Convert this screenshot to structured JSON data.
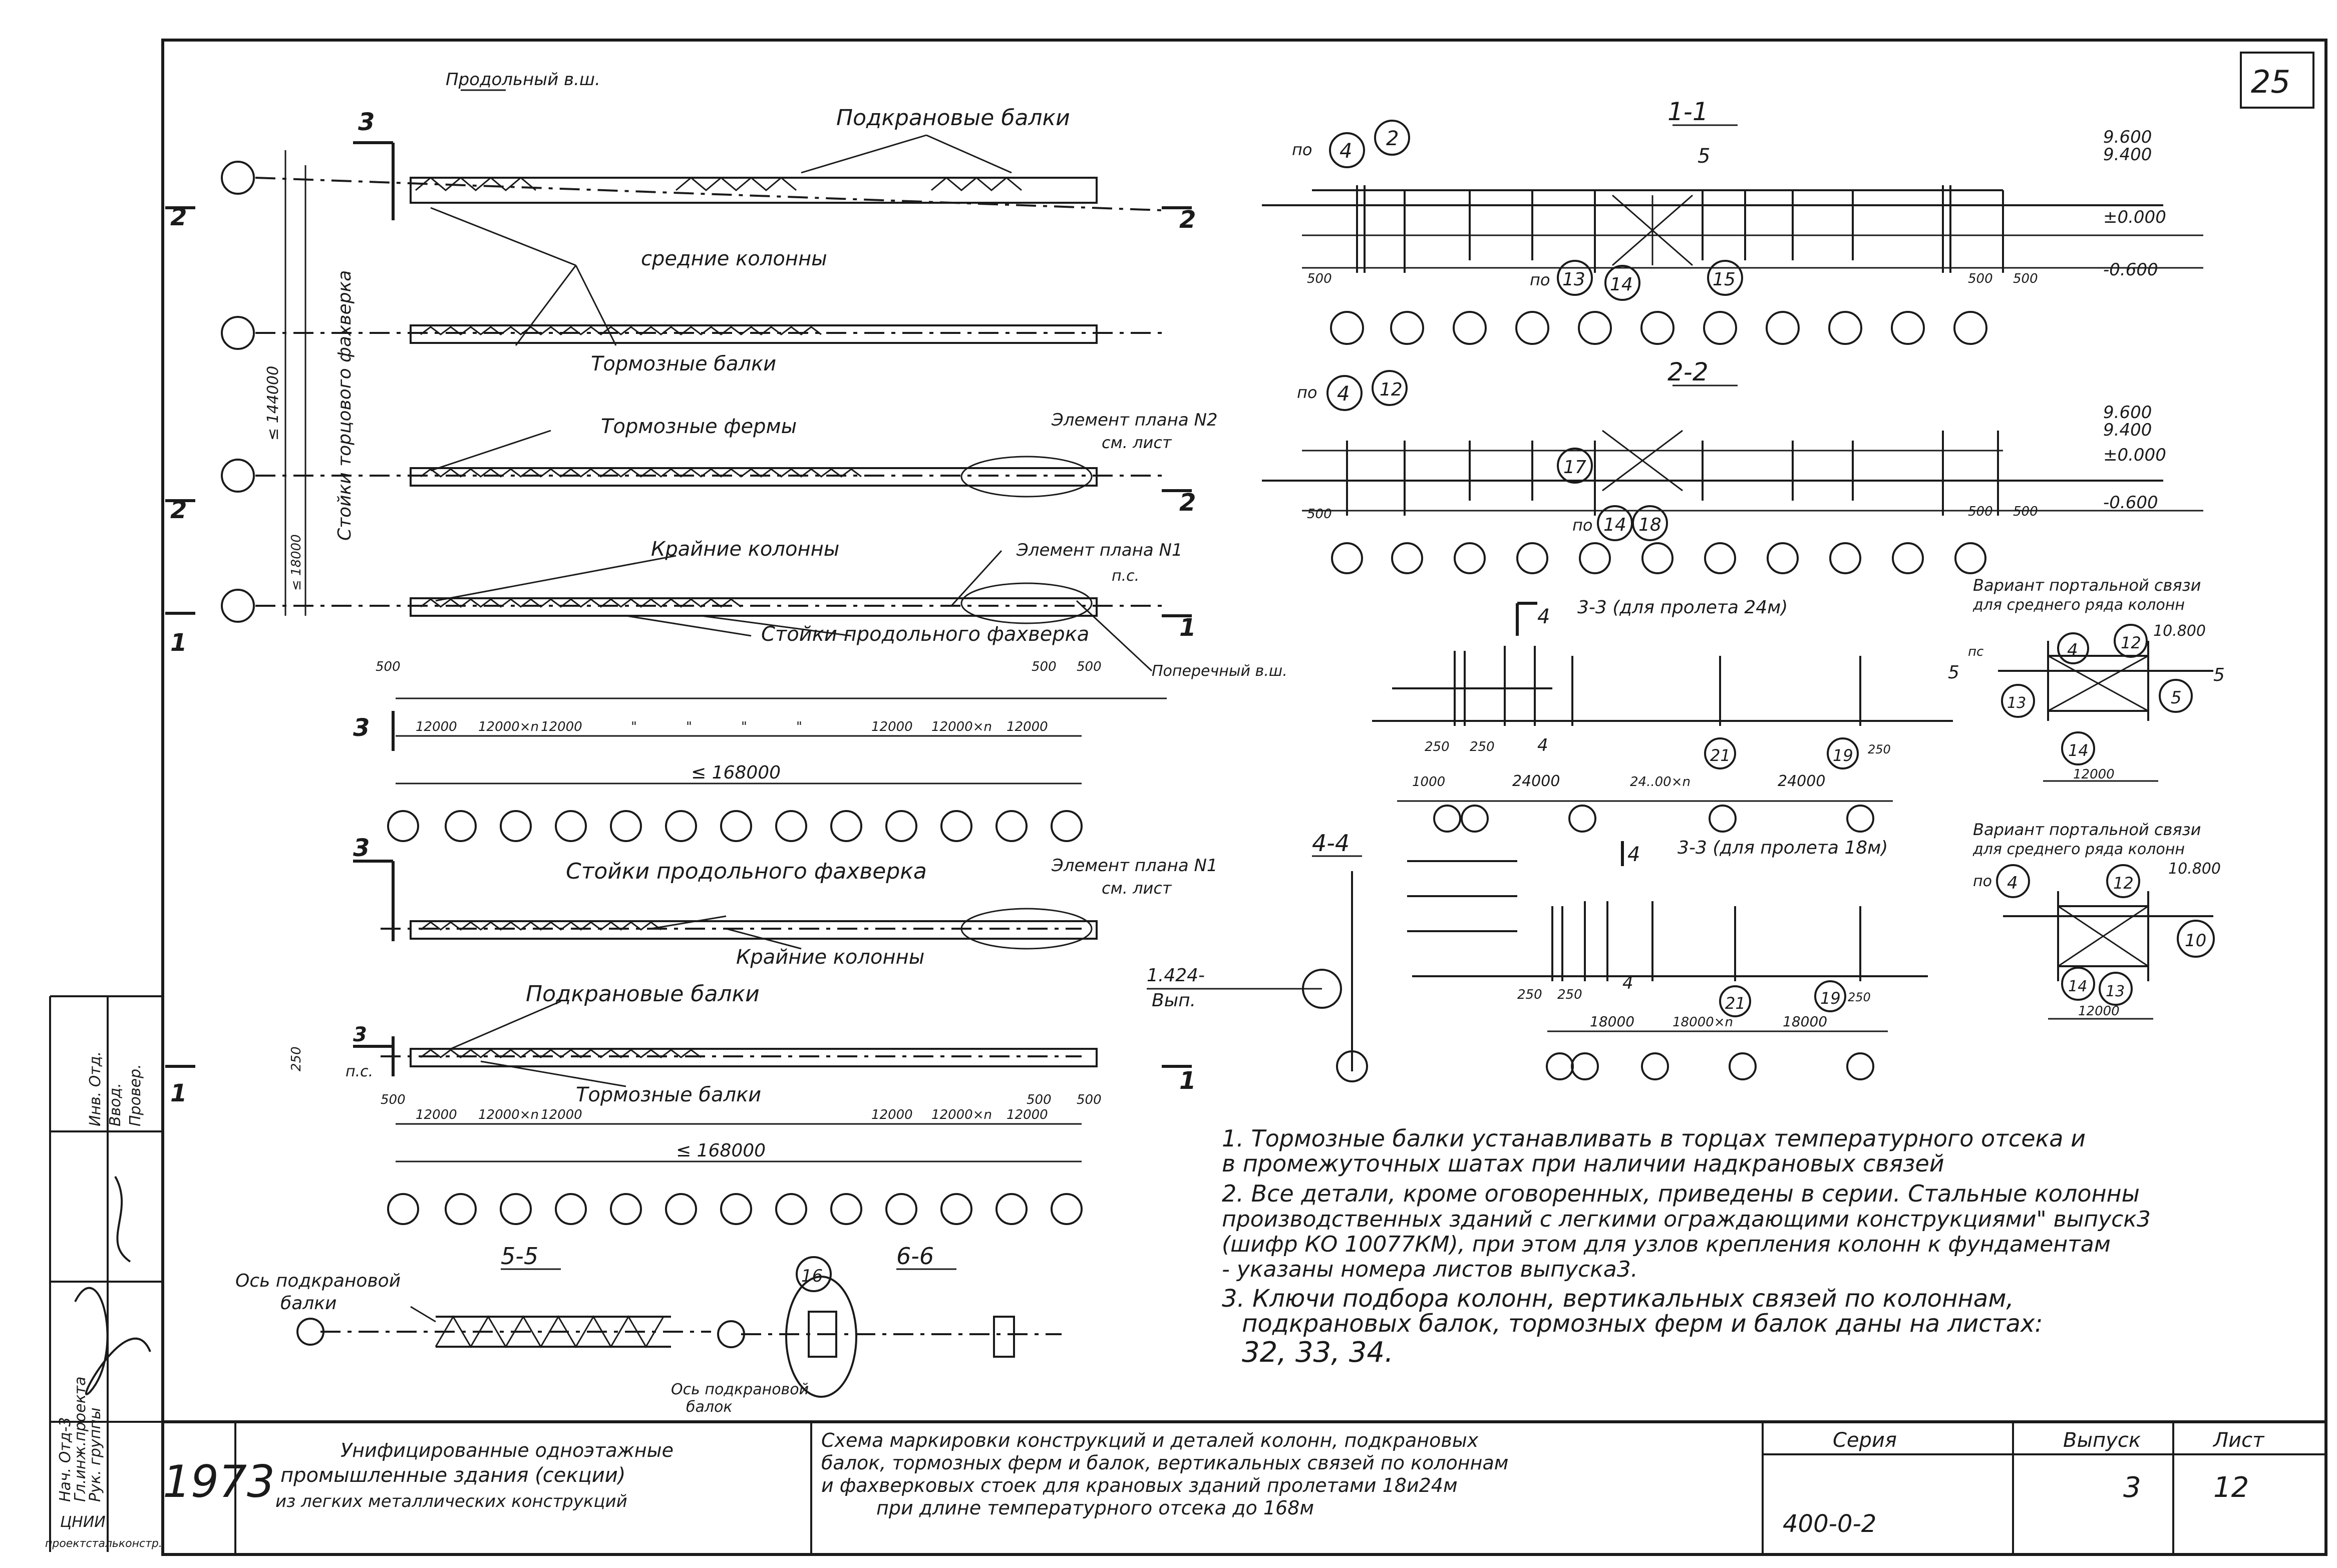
{
  "sheet_number_top": "25",
  "plan_labels": {
    "longitudinal_vert_bracing": "Продольный в.ш.",
    "crane_beams": "Подкрановые балки",
    "middle_columns": "средние колонны",
    "brake_beams": "Тормозные балки",
    "brake_trusses": "Тормозные фермы",
    "element_plan_2": "Элемент плана N2",
    "see_sheet": "см. лист",
    "outer_columns": "Крайние колонны",
    "element_plan_1": "Элемент плана N1",
    "pc": "п.с.",
    "longitudinal_framework_posts": "Стойки продольного фахверка",
    "transverse_vert_bracing": "Поперечный в.ш.",
    "end_framework_posts": "Стойки торцового фахверка",
    "outer_columns_2": "Крайние колонны",
    "crane_beams_2": "Подкрановые балки",
    "brake_beams_2": "Тормозные балки",
    "longitudinal_framework_posts_2": "Стойки продольного фахверка",
    "element_plan_1b": "Элемент плана N1",
    "see_sheet_b": "см. лист"
  },
  "dimensions": {
    "total_length": "≤ 168000",
    "total_length_2": "≤ 168000",
    "width_144000": "≤ 144000",
    "width_18000": "≤ 18000",
    "width_24000": "24000",
    "span_12000": "12000",
    "span_12000xn": "12000×n",
    "ditto": "\"",
    "d500": "500",
    "d250": "250",
    "d1000": "1000",
    "d24000": "24000",
    "d24x": "24..00×n",
    "d18000": "18000",
    "d18000xn": "18000×n",
    "d1424": "1.424-",
    "vyp": "Вып."
  },
  "sections": {
    "s1": "1-1",
    "s2": "2-2",
    "s3a": "3-3 (для пролета 24м)",
    "s3b": "3-3 (для пролета 18м)",
    "s4": "4-4",
    "s5": "5-5",
    "s6": "6-6"
  },
  "elevations": {
    "e9600": "9.600",
    "e9400": "9.400",
    "e0000": "±0.000",
    "e0600": "-0.600",
    "e10800": "10.800"
  },
  "portal_variant": {
    "line1": "Вариант портальной связи",
    "line2": "для среднего ряда колонн"
  },
  "bubbles": [
    "4",
    "2",
    "13",
    "14",
    "15",
    "4",
    "12",
    "17",
    "14",
    "18",
    "21",
    "19",
    "4",
    "12",
    "13",
    "5",
    "14",
    "21",
    "19",
    "4",
    "12",
    "10",
    "14",
    "13",
    "16"
  ],
  "section_marks": [
    "3",
    "2",
    "2",
    "2",
    "2",
    "1",
    "1",
    "3",
    "3",
    "1",
    "1",
    "3",
    "4",
    "4",
    "4",
    "4",
    "5",
    "5",
    "6",
    "6",
    "1",
    "2",
    "3",
    "3",
    "4",
    "4"
  ],
  "detail_labels": {
    "crane_beam_axis": "Ось подкрановой",
    "beam": "балки",
    "crane_beam_axis_b": "Ось подкрановой",
    "beam_b": "балок",
    "po": "по",
    "pc": "пс"
  },
  "notes": [
    "1. Тормозные балки устанавливать в торцах температурного отсека и",
    "   в промежуточных шатах при наличии надкрановых связей",
    "2. Все детали, кроме оговоренных, приведены в серии. Стальные колонны",
    "производственных зданий с легкими ограждающими конструкциями\" выпуск3",
    "(шифр КО 10077КМ), при этом для узлов крепления колонн к фундаментам",
    "- указаны номера листов выпуска3.",
    "3. Ключи подбора колонн, вертикальных связей по колоннам,",
    "подкрановых балок, тормозных ферм и балок даны на листах:",
    "32, 33, 34."
  ],
  "side_stamp": {
    "l1": "Инв. Отд.",
    "l2": "Ввод.",
    "l3": "Провер.",
    "l4": "Нач. Отд-3",
    "l5": "Гл.инж.проекта",
    "l6": "Рук. группы",
    "l7": "ЦНИИ",
    "l8": "проектстальконстр."
  },
  "title_block": {
    "year": "1973",
    "org_line1": "Унифицированные одноэтажные",
    "org_line2": "промышленные здания (секции)",
    "org_line3": "из легких металлических конструкций",
    "desc_line1": "Схема маркировки конструкций и деталей колонн, подкрановых",
    "desc_line2": "балок, тормозных ферм и балок, вертикальных связей по колоннам",
    "desc_line3": "и фахверковых стоек для крановых зданий пролетами 18и24м",
    "desc_line4": "при длине температурного отсека до 168м",
    "series_label": "Серия",
    "series_value": "400-0-2",
    "issue_label": "Выпуск",
    "issue_value": "3",
    "sheet_label": "Лист",
    "sheet_value": "12"
  }
}
